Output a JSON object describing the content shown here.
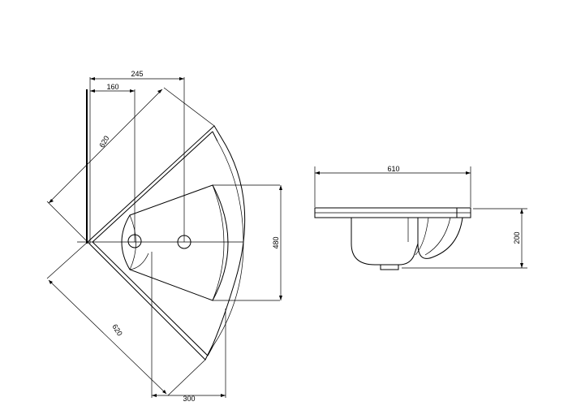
{
  "plan_view": {
    "dim_overall_width": "245",
    "dim_tap_offset": "160",
    "dim_side_upper": "620",
    "dim_side_lower": "620",
    "dim_depth": "480",
    "dim_bottom": "300"
  },
  "elevation_view": {
    "dim_width": "610",
    "dim_height": "200"
  }
}
